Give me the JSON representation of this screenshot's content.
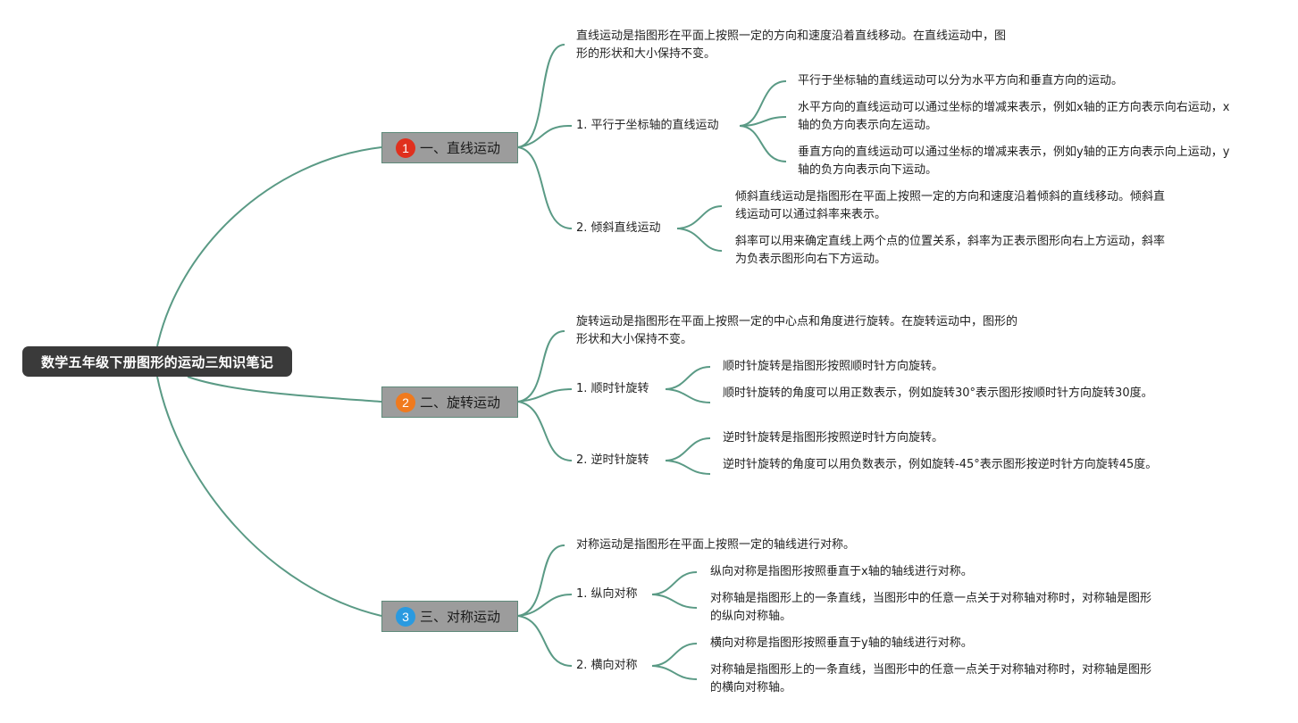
{
  "colors": {
    "connector": "#5a9a85",
    "root_bg": "#3a3a3a",
    "topic_bg": "#9c9c9c",
    "badge_1": "#e0301e",
    "badge_2": "#f07a1e",
    "badge_3": "#2a9ae0"
  },
  "root": {
    "title": "数学五年级下册图形的运动三知识笔记"
  },
  "topics": [
    {
      "badge": "1",
      "label": "一、直线运动",
      "intro": "直线运动是指图形在平面上按照一定的方向和速度沿着直线移动。在直线运动中，图形的形状和大小保持不变。",
      "subs": [
        {
          "label": "1. 平行于坐标轴的直线运动",
          "leaves": [
            "平行于坐标轴的直线运动可以分为水平方向和垂直方向的运动。",
            "水平方向的直线运动可以通过坐标的增减来表示，例如x轴的正方向表示向右运动，x轴的负方向表示向左运动。",
            "垂直方向的直线运动可以通过坐标的增减来表示，例如y轴的正方向表示向上运动，y轴的负方向表示向下运动。"
          ]
        },
        {
          "label": "2. 倾斜直线运动",
          "leaves": [
            "倾斜直线运动是指图形在平面上按照一定的方向和速度沿着倾斜的直线移动。倾斜直线运动可以通过斜率来表示。",
            "斜率可以用来确定直线上两个点的位置关系，斜率为正表示图形向右上方运动，斜率为负表示图形向右下方运动。"
          ]
        }
      ]
    },
    {
      "badge": "2",
      "label": "二、旋转运动",
      "intro": "旋转运动是指图形在平面上按照一定的中心点和角度进行旋转。在旋转运动中，图形的形状和大小保持不变。",
      "subs": [
        {
          "label": "1. 顺时针旋转",
          "leaves": [
            "顺时针旋转是指图形按照顺时针方向旋转。",
            "顺时针旋转的角度可以用正数表示，例如旋转30°表示图形按顺时针方向旋转30度。"
          ]
        },
        {
          "label": "2. 逆时针旋转",
          "leaves": [
            "逆时针旋转是指图形按照逆时针方向旋转。",
            "逆时针旋转的角度可以用负数表示，例如旋转-45°表示图形按逆时针方向旋转45度。"
          ]
        }
      ]
    },
    {
      "badge": "3",
      "label": "三、对称运动",
      "intro": "对称运动是指图形在平面上按照一定的轴线进行对称。",
      "subs": [
        {
          "label": "1. 纵向对称",
          "leaves": [
            "纵向对称是指图形按照垂直于x轴的轴线进行对称。",
            "对称轴是指图形上的一条直线，当图形中的任意一点关于对称轴对称时，对称轴是图形的纵向对称轴。"
          ]
        },
        {
          "label": "2. 横向对称",
          "leaves": [
            "横向对称是指图形按照垂直于y轴的轴线进行对称。",
            "对称轴是指图形上的一条直线，当图形中的任意一点关于对称轴对称时，对称轴是图形的横向对称轴。"
          ]
        }
      ]
    }
  ]
}
